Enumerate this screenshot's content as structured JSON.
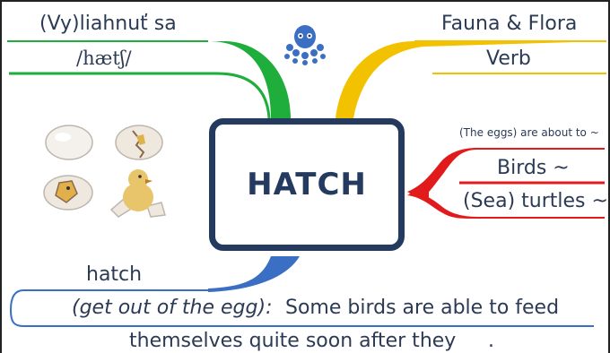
{
  "center": {
    "word": "HATCH"
  },
  "branches": {
    "top_left": {
      "pronunciation": "(Vy)liahnuť sa",
      "phonetic": "/hætʃ/",
      "color": "#1fae3b"
    },
    "top_right": {
      "category": "Fauna & Flora",
      "part_of_speech": "Verb",
      "color": "#f2c200"
    },
    "right": {
      "note": "(The eggs) are about to ~",
      "item1": "Birds ~",
      "item2": "(Sea) turtles ~",
      "color": "#e11b1b"
    },
    "bottom": {
      "word": "hatch",
      "definition": "(get out of the egg):",
      "example_1": "Some birds are able to feed",
      "example_2": "themselves quite soon after they",
      "example_end": ".",
      "color": "#3a6fc4"
    }
  },
  "icons": {
    "logo": "octopus-icon",
    "images": [
      "whole-egg-icon",
      "cracking-egg-icon",
      "chick-breaking-shell-icon",
      "chick-hatched-icon"
    ]
  }
}
